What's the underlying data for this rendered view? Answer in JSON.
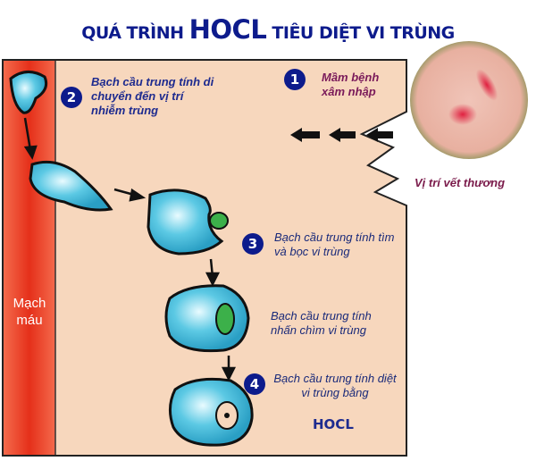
{
  "title": {
    "prefix": "QUÁ TRÌNH ",
    "highlight": "HOCL",
    "suffix": " TIÊU DIỆT VI TRÙNG"
  },
  "vessel_label": "Mạch máu",
  "steps": [
    {
      "number": "1",
      "text": "Mầm bệnh xâm nhập"
    },
    {
      "number": "2",
      "text": "Bạch cầu trung tính di chuyển đến vị trí nhiễm trùng"
    },
    {
      "number": "3",
      "text": "Bạch cầu trung tính tìm và bọc vi trùng"
    },
    {
      "number": "",
      "text": "Bạch cầu trung tính nhấn chìm vi trùng"
    },
    {
      "number": "4",
      "text": "Bạch cầu trung tính diệt vi trùng bằng",
      "extra": "HOCL"
    }
  ],
  "photo_caption": "Vị trí vết thương",
  "colors": {
    "title": "#0d1b8c",
    "panel": "#f7d7bd",
    "vessel": "#e8331c",
    "cell": "#3bb6d6",
    "germ": "#2e9a3e"
  }
}
